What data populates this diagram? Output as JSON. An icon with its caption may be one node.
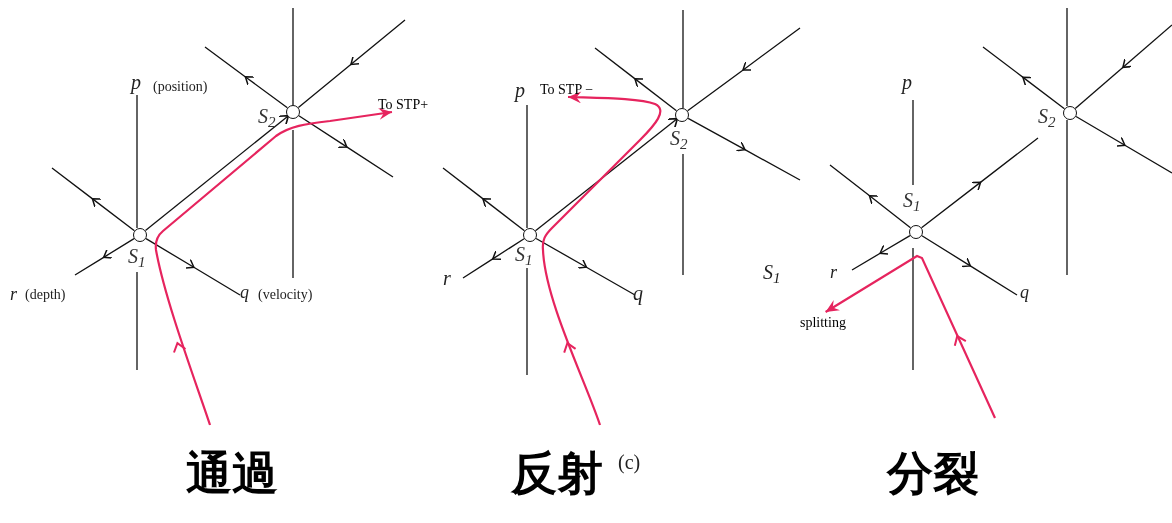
{
  "diagram": {
    "nodes": [
      {
        "text": [],
        "shape": "circle",
        "beside": [
          "S$_{1}$"
        ]
      },
      {
        "text": [],
        "shape": "circle",
        "beside": [
          "S$_{2}$"
        ]
      },
      {
        "text": [
          "To STP+"
        ]
      },
      {
        "text": [],
        "shape": "circle",
        "beside": [
          "S$_{1}$"
        ]
      },
      {
        "text": [],
        "shape": "circle",
        "beside": [
          "S$_{2}$"
        ]
      },
      {
        "text": [
          "To STP −"
        ]
      },
      {
        "text": [],
        "shape": "circle",
        "beside": [
          "S$_{1}$"
        ]
      },
      {
        "text": [],
        "shape": "circle",
        "beside": [
          "S$_{2}$"
        ]
      },
      {
        "text": [
          "splitting"
        ]
      }
    ],
    "edges": [
      {
        "from": 0,
        "to": 1,
        "arrow": "to",
        "color": "#111111"
      },
      {
        "from": null,
        "to": 2,
        "arrow": "to"
      },
      {
        "from": 3,
        "to": 4,
        "arrow": "to",
        "color": "#111111"
      },
      {
        "from": null,
        "to": 5,
        "arrow": "to"
      },
      {
        "from": null,
        "to": 8,
        "arrow": "to"
      }
    ],
    "labels": [
      "p",
      "(position)",
      "r",
      "(depth)",
      "q",
      "(velocity)",
      "p",
      "r",
      "q",
      "(c)",
      "p",
      "S$_{1}$",
      "r",
      "q",
      "通過",
      "反射",
      "分裂"
    ]
  }
}
